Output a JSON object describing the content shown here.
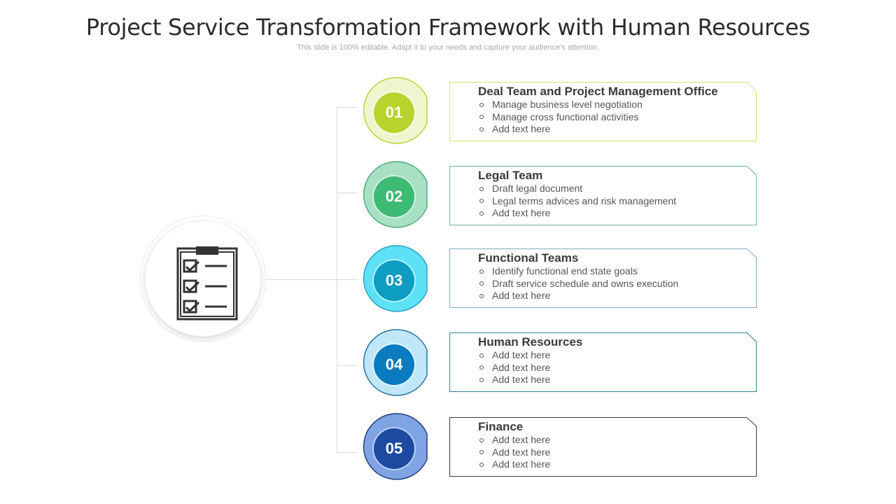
{
  "header": {
    "title": "Project Service Transformation Framework with Human Resources",
    "subtitle": "This slide is 100% editable. Adapt it to your needs and capture your audience's attention."
  },
  "hub": {
    "icon": "clipboard-checklist-icon"
  },
  "stages": [
    {
      "number": "01",
      "title": "Deal Team and Project Management Office",
      "bullets": [
        "Manage business level negotiation",
        "Manage cross functional activities",
        "Add text here"
      ],
      "colors": {
        "outer": "#eef6cf",
        "ring": "#b8d43a",
        "inner": "#b9d22d",
        "border": "#d4e56e"
      }
    },
    {
      "number": "02",
      "title": "Legal Team",
      "bullets": [
        "Draft legal document",
        "Legal terms advices and risk management",
        "Add text here"
      ],
      "colors": {
        "outer": "#a9dfc3",
        "ring": "#4fae7c",
        "inner": "#3dba74",
        "border": "#6db49a"
      }
    },
    {
      "number": "03",
      "title": "Functional Teams",
      "bullets": [
        "Identify functional end state goals",
        "Draft service schedule and owns execution",
        "Add text here"
      ],
      "colors": {
        "outer": "#5ce1f7",
        "ring": "#2aa3c6",
        "inner": "#0d9cc2",
        "border": "#7aaec0"
      }
    },
    {
      "number": "04",
      "title": "Human Resources",
      "bullets": [
        "Add text here",
        "Add text here",
        "Add text here"
      ],
      "colors": {
        "outer": "#bfe7f8",
        "ring": "#2476a8",
        "inner": "#0a7bbf",
        "border": "#2f7f96"
      }
    },
    {
      "number": "05",
      "title": "Finance",
      "bullets": [
        "Add text here",
        "Add text here",
        "Add text here"
      ],
      "colors": {
        "outer": "#7fa3e3",
        "ring": "#233f7e",
        "inner": "#1c4aa0",
        "border": "#2d3f55"
      }
    }
  ]
}
